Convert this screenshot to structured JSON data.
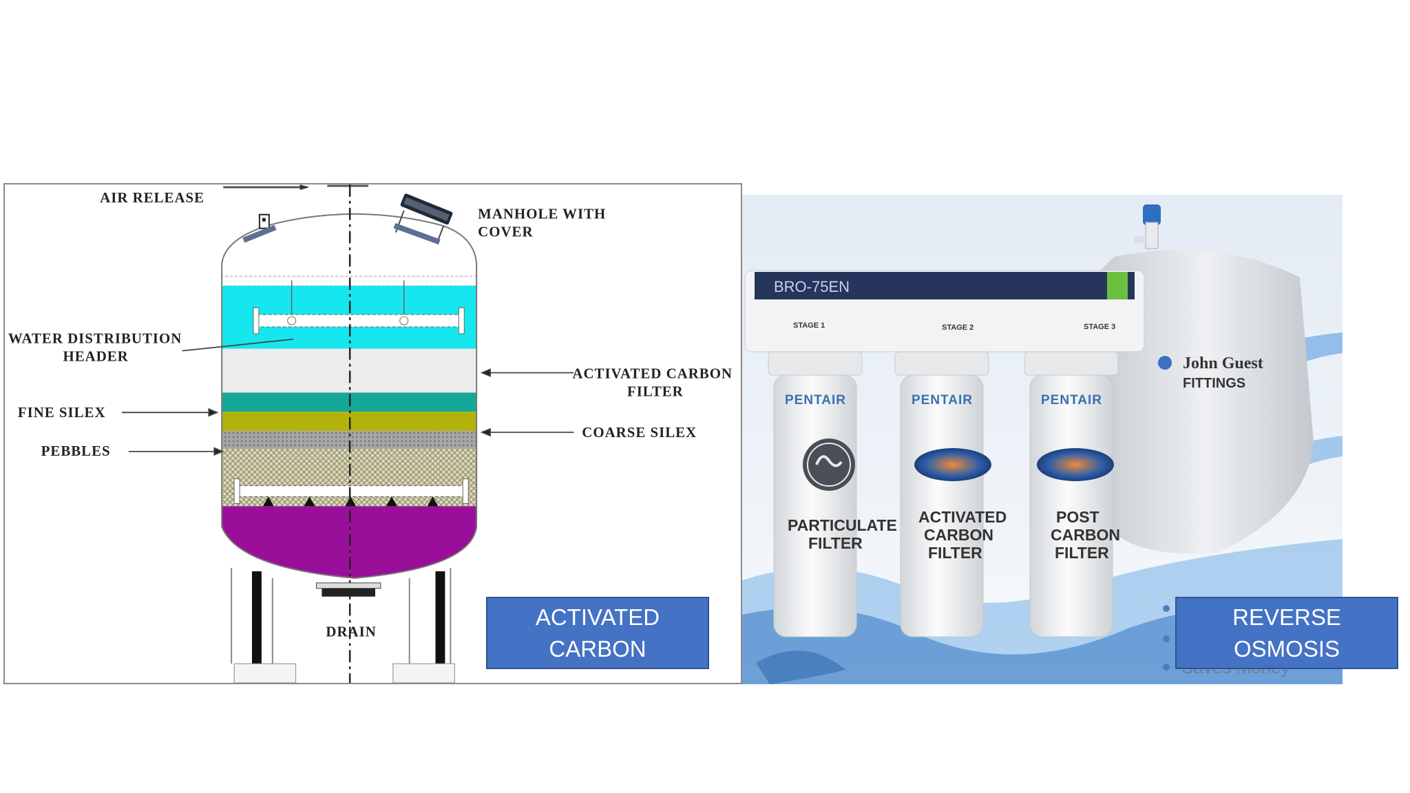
{
  "diagram": {
    "labels": {
      "air_release": "AIR RELEASE",
      "manhole_line1": "MANHOLE WITH",
      "manhole_line2": "COVER",
      "water_dist_line1": "WATER DISTRIBUTION",
      "water_dist_line2": "HEADER",
      "activated_line1": "ACTIVATED CARBON",
      "activated_line2": "FILTER",
      "fine_silex": "FINE SILEX",
      "coarse_silex": "COARSE SILEX",
      "pebbles": "PEBBLES",
      "drain": "DRAIN"
    },
    "colors": {
      "header_zone": "#16e6ee",
      "carbon_zone": "#ececec",
      "fine_silex": "#15a89a",
      "coarse_silex": "#b3b20b",
      "pebbles": "#a7a7a7",
      "bottom_layer": "#dcd9b8",
      "drain_zone": "#9a0f9a"
    }
  },
  "photo": {
    "model_label": "BRO-75EN",
    "stage_labels": [
      "STAGE 1",
      "STAGE 2",
      "STAGE 3"
    ],
    "brand": "PENTAIR",
    "filters": [
      {
        "line1": "PARTICULATE",
        "line2": "FILTER",
        "line3": ""
      },
      {
        "line1": "ACTIVATED",
        "line2": "CARBON",
        "line3": "FILTER"
      },
      {
        "line1": "POST",
        "line2": "CARBON",
        "line3": "FILTER"
      }
    ],
    "tank_line1": "John Guest",
    "tank_line2": "FITTINGS",
    "partial_text": "Saves Money"
  },
  "captions": {
    "left_line1": "ACTIVATED",
    "left_line2": "CARBON",
    "right_line1": "REVERSE",
    "right_line2": "OSMOSIS"
  }
}
